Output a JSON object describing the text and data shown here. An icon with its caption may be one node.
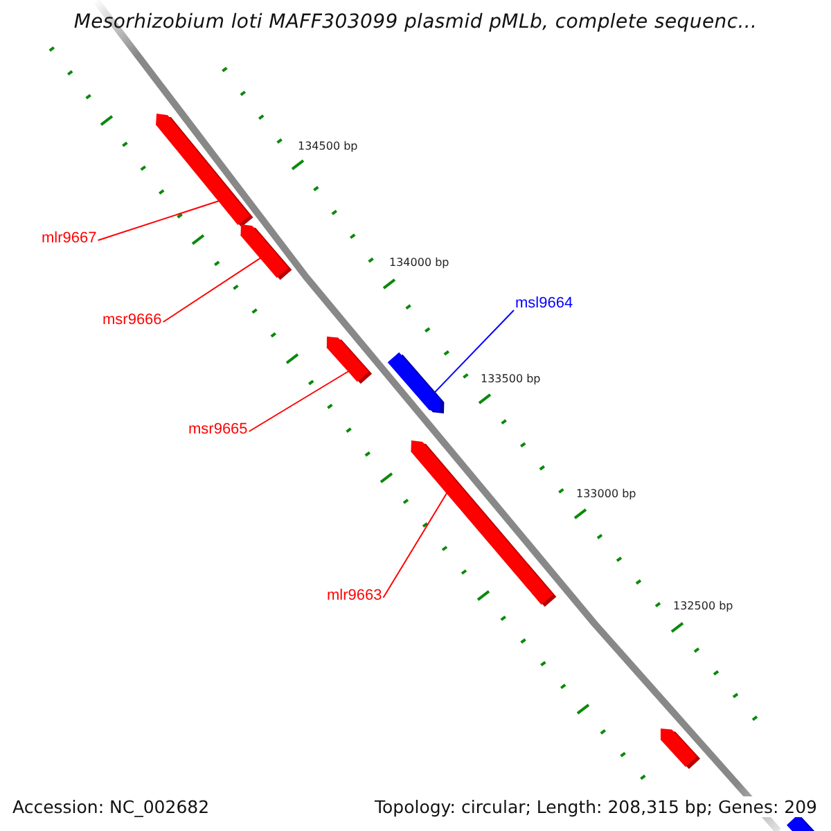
{
  "diagram": {
    "title": "Mesorhizobium loti MAFF303099 plasmid pMLb, complete sequenc...",
    "nodes": [
      {
        "text": [
          "mlr9667"
        ]
      },
      {
        "text": [],
        "shape": "bar"
      },
      {
        "text": [
          "msr9666"
        ]
      },
      {
        "text": [],
        "shape": "bar"
      },
      {
        "text": [
          "msl9664"
        ]
      },
      {
        "text": [],
        "shape": "bar"
      },
      {
        "text": [
          "msr9665"
        ]
      },
      {
        "text": [],
        "shape": "bar"
      },
      {
        "text": [
          "mlr9663"
        ]
      },
      {
        "text": [],
        "shape": "bar"
      },
      {
        "text": [],
        "shape": "bar"
      },
      {
        "text": [],
        "shape": "bar"
      }
    ],
    "edges": [
      {
        "from": 0,
        "to": 1,
        "arrow": "none"
      },
      {
        "from": 2,
        "to": 3,
        "arrow": "none"
      },
      {
        "from": 4,
        "to": 5,
        "arrow": "none",
        "color": "#0000ff"
      },
      {
        "from": 6,
        "to": 7,
        "arrow": "none"
      },
      {
        "from": 8,
        "to": 9,
        "arrow": "none"
      }
    ],
    "labels": [
      "134500 bp",
      "134000 bp",
      "133500 bp",
      "133000 bp",
      "132500 bp",
      "Accession: NC_002682",
      "Topology: circular; Length: 208,315 bp; Genes: 209"
    ]
  }
}
